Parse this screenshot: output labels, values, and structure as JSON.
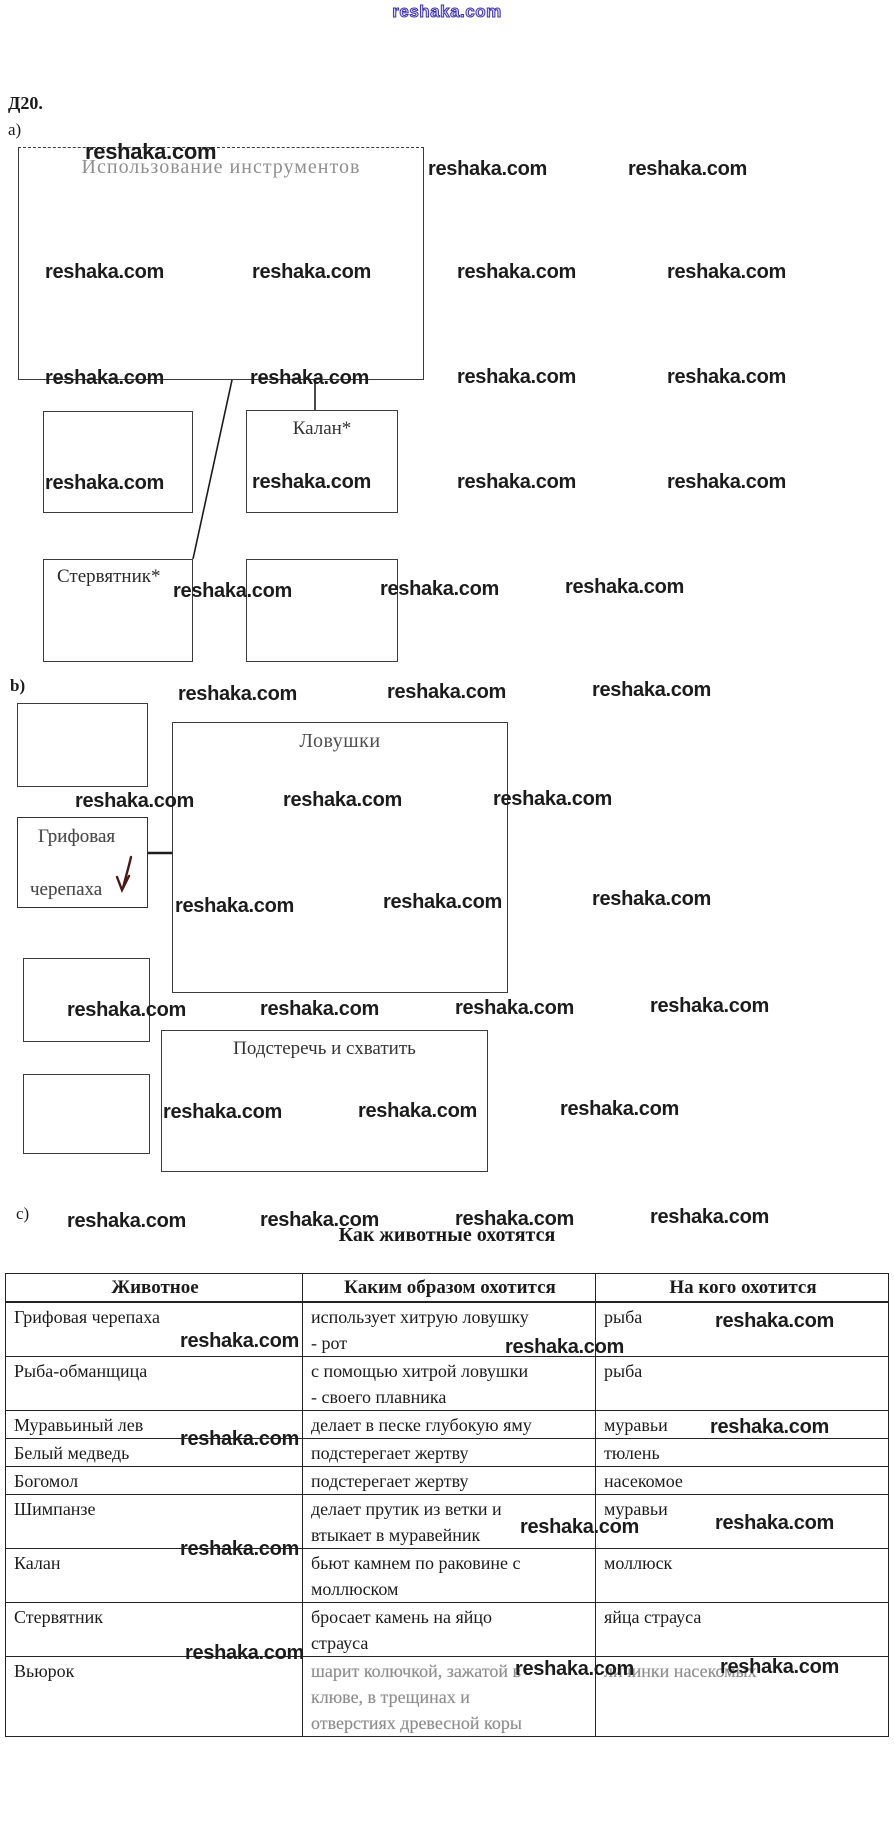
{
  "page": {
    "watermark": "reshaka.com",
    "exercise_label": "Д20.",
    "section_a_label": "a)",
    "section_b_label": "b)",
    "section_c_label": "c)"
  },
  "diagram_a": {
    "tools_box_title": "Использование инструментов",
    "otter_label": "Калан*",
    "vulture_label": "Стервятник*"
  },
  "diagram_b": {
    "traps_box_title": "Ловушки",
    "turtle_label_line1": "Грифовая",
    "turtle_label_line2": "черепаха",
    "ambush_box_title": "Подстеречь и схватить"
  },
  "table": {
    "title": "Как животные охотятся",
    "headers": [
      "Животное",
      "Каким образом охотится",
      "На кого охотится"
    ],
    "rows": [
      [
        "Грифовая черепаха",
        "использует хитрую ловушку\n- рот",
        "рыба"
      ],
      [
        "Рыба-обманщица",
        "с помощью хитрой ловушки\n- своего плавника",
        "рыба"
      ],
      [
        "Муравьиный лев",
        "делает в песке глубокую яму",
        "муравьи"
      ],
      [
        "Белый медведь",
        "подстерегает жертву",
        "тюлень"
      ],
      [
        "Богомол",
        "подстерегает жертву",
        "насекомое"
      ],
      [
        "Шимпанзе",
        "делает прутик из ветки и\nвтыкает в муравейник",
        "муравьи"
      ],
      [
        "Калан",
        "бьют камнем по раковине с\nмоллюском",
        "моллюск"
      ],
      [
        "Стервятник",
        "бросает камень на яйцо\nстрауса",
        "яйца страуса"
      ],
      [
        "Вьюрок",
        "шарит колючкой, зажатой в\nклюве, в трещинах и\nотверстиях древесной коры",
        "личинки насекомых"
      ]
    ]
  }
}
